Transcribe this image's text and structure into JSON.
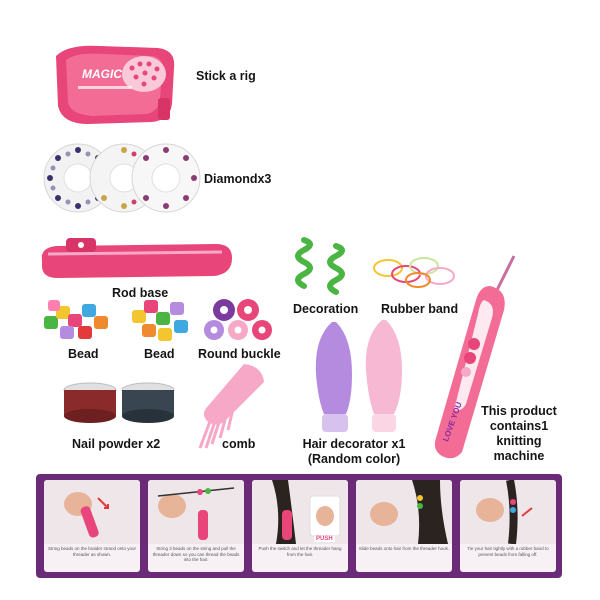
{
  "items": {
    "rig": {
      "label": "Stick a rig",
      "brand": "MAGIC"
    },
    "diamond": {
      "label": "Diamondx3"
    },
    "rod_base": {
      "label": "Rod base"
    },
    "bead1": {
      "label": "Bead"
    },
    "bead2": {
      "label": "Bead"
    },
    "round_buckle": {
      "label": "Round buckle"
    },
    "decoration": {
      "label": "Decoration"
    },
    "rubber_band": {
      "label": "Rubber band"
    },
    "nail_powder": {
      "label": "Nail powder x2"
    },
    "comb": {
      "label": "comb"
    },
    "hair_decorator": {
      "line1": "Hair decorator x1",
      "line2": "(Random color)"
    },
    "machine": {
      "line1": "This product",
      "line2": "contains1",
      "line3": "knitting",
      "line4": "machine",
      "brand": "LOVE YOU"
    }
  },
  "steps": [
    {
      "caption": "String beads on the braider strand onto your threader as shown."
    },
    {
      "caption": "String 3 beads on the string and pull the threader down so you can thread the beads into the hair."
    },
    {
      "caption": "Push the switch and let the threader hang from the hair."
    },
    {
      "caption": "Slide beads onto hair from the threader hook."
    },
    {
      "caption": "Tie your hair tightly with a rubber band to prevent beads from falling off."
    }
  ],
  "step_badge": "PUSH",
  "colors": {
    "pink": "#e8457a",
    "light_pink": "#f6a8c6",
    "purple": "#6b2a78",
    "lilac": "#b58be0",
    "green": "#4bb543"
  }
}
